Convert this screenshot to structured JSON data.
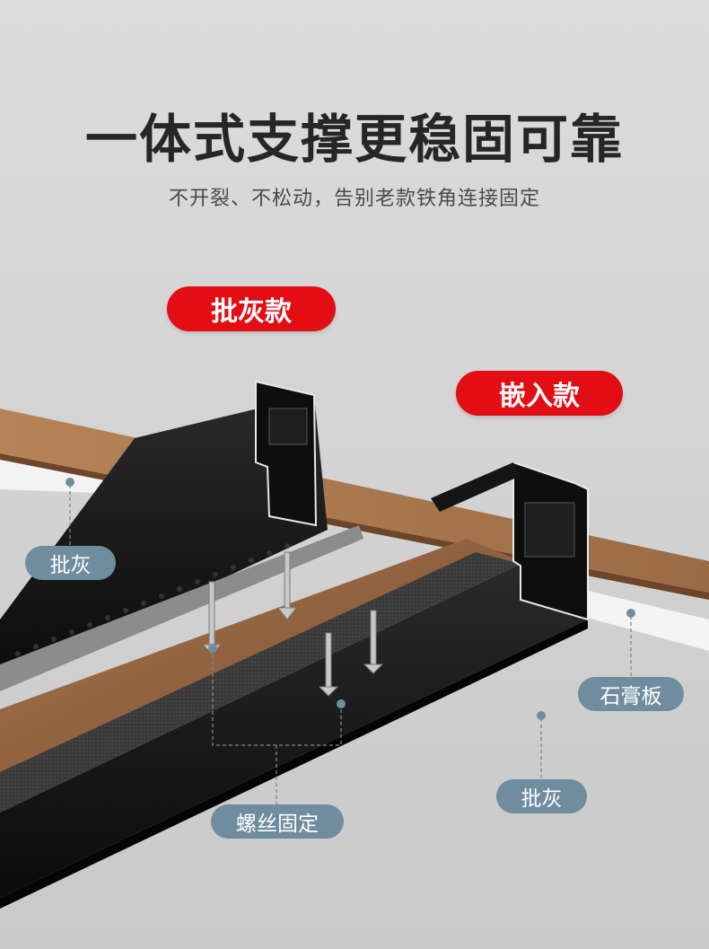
{
  "headline": "一体式支撑更稳固可靠",
  "subline": "不开裂、不松动，告别老款铁角连接固定",
  "tags": {
    "left_style": "批灰款",
    "right_style": "嵌入款"
  },
  "callouts": {
    "plaster_left": "批灰",
    "gypsum_board": "石膏板",
    "plaster_right": "批灰",
    "screw_fixing": "螺丝固定"
  },
  "colors": {
    "pill_red": "#e30d14",
    "pill_blue": "#6f8d9f",
    "profile_black": "#111111",
    "wood": "#9a6a45"
  }
}
